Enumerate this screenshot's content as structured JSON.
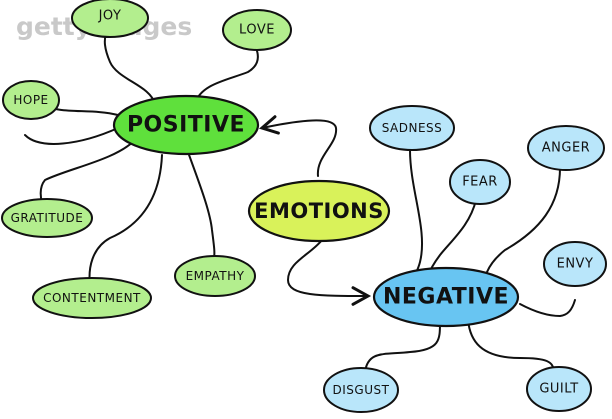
{
  "watermark": "gettyimages",
  "diagram": {
    "center": {
      "label": "EMOTIONS",
      "color": "#d9f25a"
    },
    "positive": {
      "label": "POSITIVE",
      "color": "#5fe03c",
      "children": [
        "JOY",
        "LOVE",
        "HOPE",
        "GRATITUDE",
        "CONTENTMENT",
        "EMPATHY"
      ],
      "child_color": "#b3ee8e"
    },
    "negative": {
      "label": "NEGATIVE",
      "color": "#68c5f2",
      "children": [
        "SADNESS",
        "FEAR",
        "ANGER",
        "ENVY",
        "DISGUST",
        "GUILT"
      ],
      "child_color": "#b9e6fa"
    }
  }
}
